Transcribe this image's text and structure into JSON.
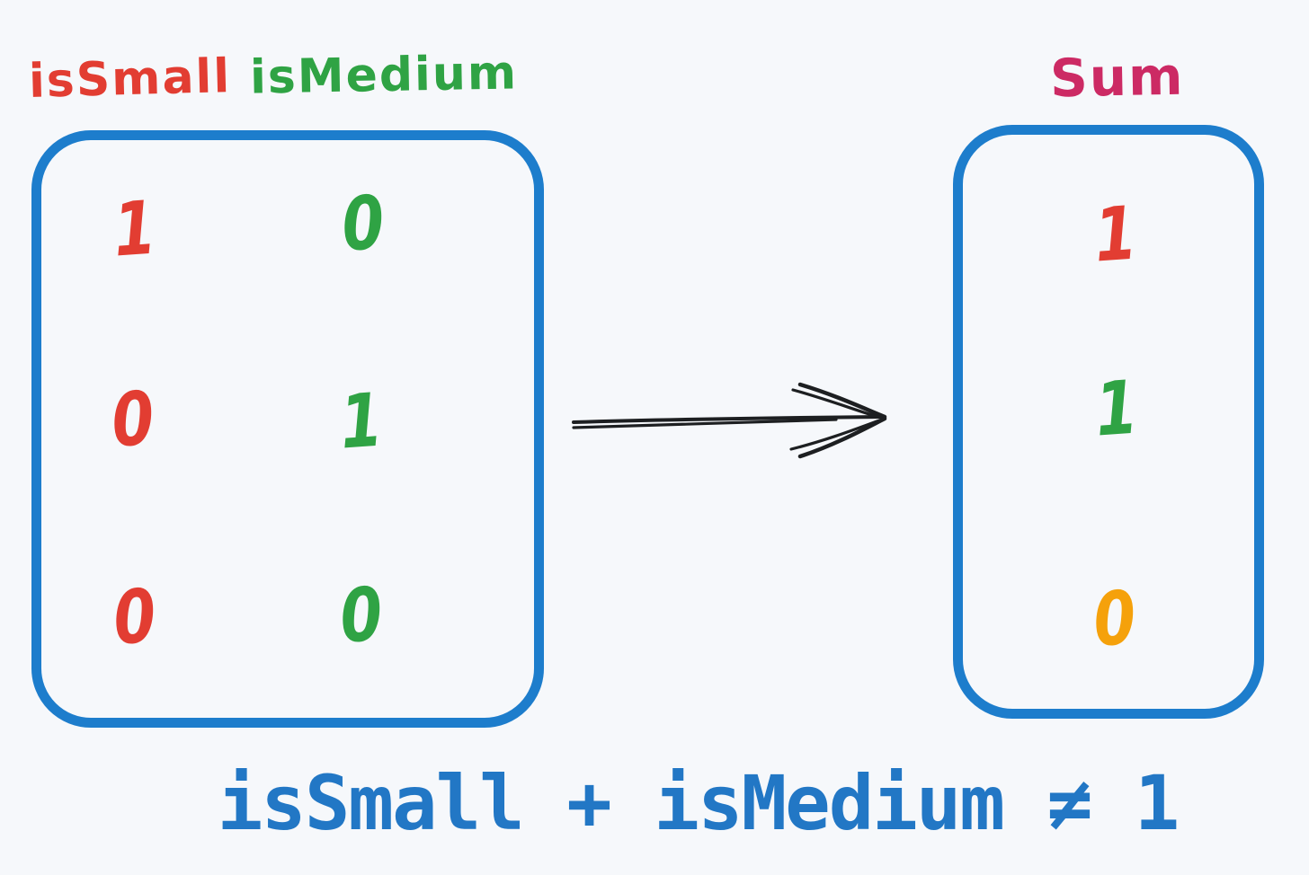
{
  "colors": {
    "background": "#f6f8fb",
    "box_border": "#1d7dcc",
    "is_small_red": "#e23d32",
    "is_medium_green": "#2fa344",
    "sum_pink": "#cc2a64",
    "orange": "#f5a10b",
    "caption_blue": "#2277c5",
    "arrow_black": "#1d1f21"
  },
  "left_table": {
    "headers": [
      {
        "label": "isSmall"
      },
      {
        "label": "isMedium"
      }
    ],
    "rows": [
      [
        "1",
        "0"
      ],
      [
        "0",
        "1"
      ],
      [
        "0",
        "0"
      ]
    ]
  },
  "right_table": {
    "header": {
      "label": "Sum"
    },
    "rows": [
      "1",
      "1",
      "0"
    ]
  },
  "caption": "isSmall + isMedium ≠ 1"
}
